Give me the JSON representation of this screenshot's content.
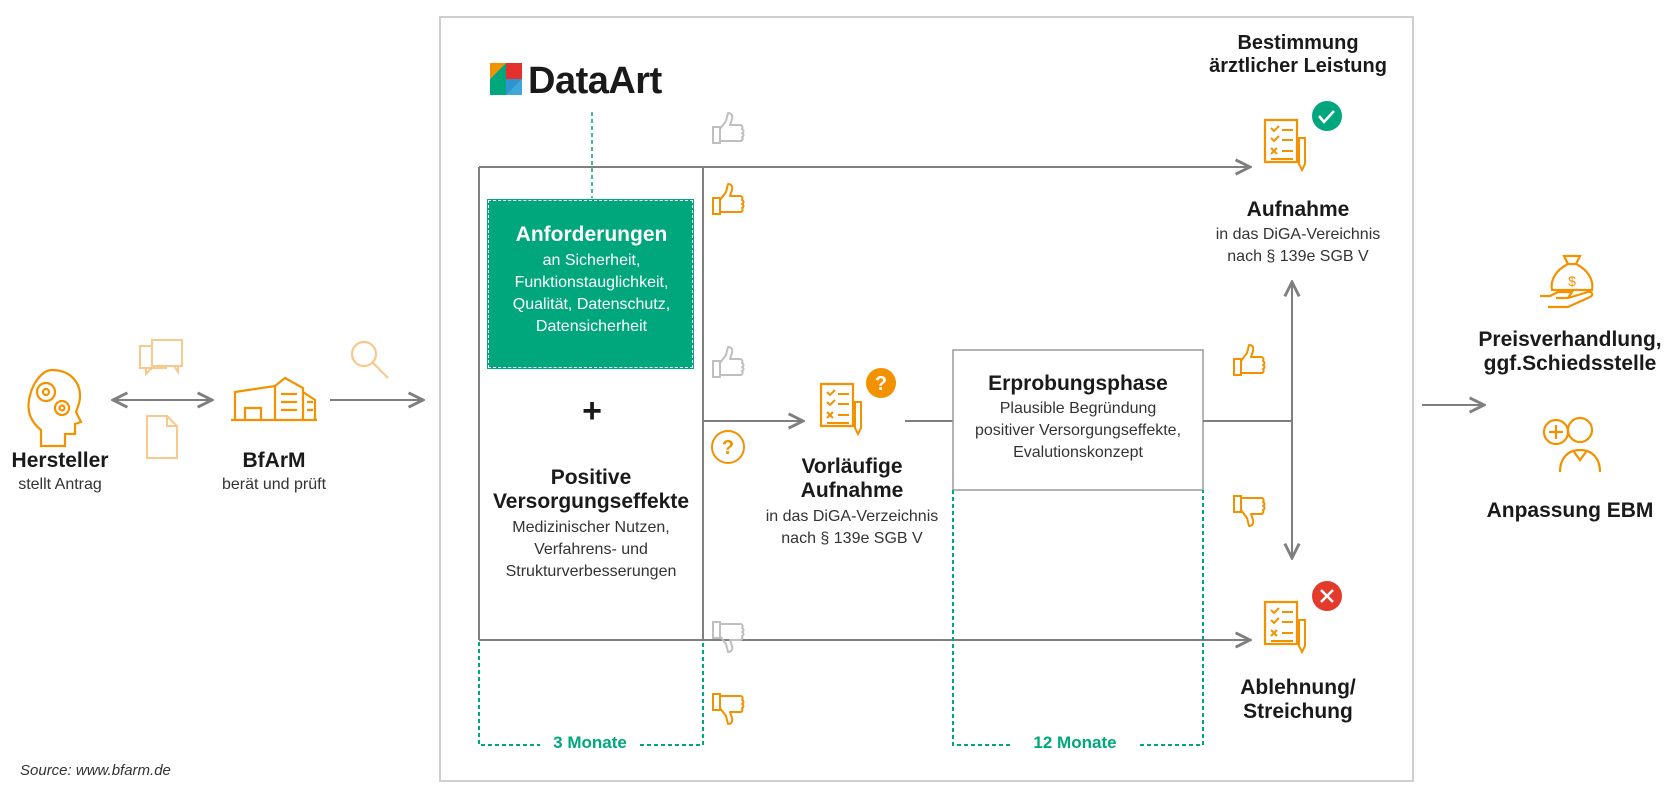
{
  "brand": {
    "name": "DataArt"
  },
  "colors": {
    "accent": "#f39200",
    "green": "#00a77c",
    "gray": "#7f7f7f",
    "light_orange": "#f8c98a",
    "red": "#e43a2c"
  },
  "left": {
    "hersteller": {
      "title": "Hersteller",
      "sub": "stellt Antrag"
    },
    "bfarm": {
      "title": "BfArM",
      "sub": "berät und prüft"
    }
  },
  "center": {
    "anforderungen": {
      "title": "Anforderungen",
      "lines": [
        "an Sicherheit,",
        "Funktionstauglichkeit,",
        "Qualität, Datenschutz,",
        "Datensicherheit"
      ]
    },
    "plus": "+",
    "positive": {
      "title_lines": [
        "Positive",
        "Versorgungseffekte"
      ],
      "lines": [
        "Medizinischer Nutzen,",
        "Verfahrens- und",
        "Strukturverbesserungen"
      ]
    },
    "vorlaeufige": {
      "title_lines": [
        "Vorläufige",
        "Aufnahme"
      ],
      "lines": [
        "in das DiGA-Verzeichnis",
        "nach § 139e SGB V"
      ]
    },
    "erprobung": {
      "title": "Erprobungsphase",
      "lines": [
        "Plausible Begründung",
        "positiver Versorgungseffekte,",
        "Evalutionskonzept"
      ]
    },
    "bestimmung": {
      "lines": [
        "Bestimmung",
        "ärztlicher Leistung"
      ]
    },
    "aufnahme": {
      "title": "Aufnahme",
      "lines": [
        "in das DiGA-Vereichnis",
        "nach § 139e SGB V"
      ]
    },
    "ablehnung": {
      "title_lines": [
        "Ablehnung/",
        "Streichung"
      ]
    },
    "months_3": "3 Monate",
    "months_12": "12 Monate"
  },
  "right": {
    "preis": {
      "title_lines": [
        "Preisverhandlung,",
        "ggf.Schiedsstelle"
      ]
    },
    "ebm": {
      "title": "Anpassung EBM"
    }
  },
  "source": "Source: www.bfarm.de",
  "icons": [
    "head-gears-icon",
    "chat-bubbles-icon",
    "document-icon",
    "building-icon",
    "magnifier-icon",
    "thumbs-up-icon",
    "thumbs-down-icon",
    "question-icon",
    "checklist-icon",
    "check-badge-icon",
    "cross-badge-icon",
    "money-bag-hand-icon",
    "doctor-icon"
  ]
}
